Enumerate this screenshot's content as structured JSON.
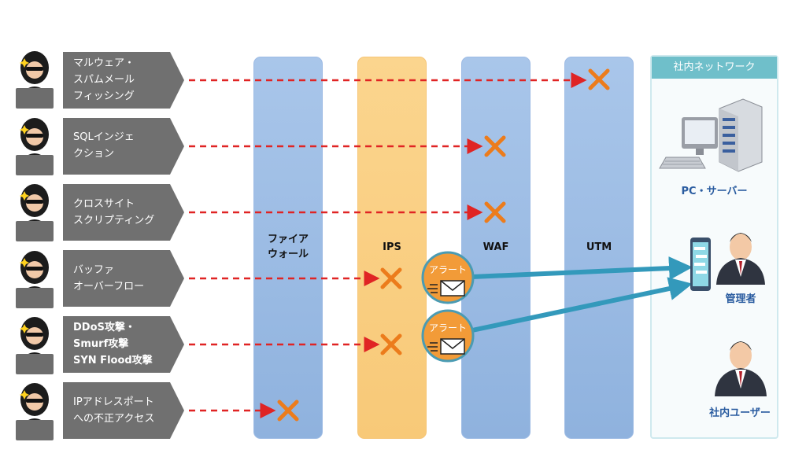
{
  "threats": [
    {
      "label": "マルウェア・\nスパムメール\nフィッシング"
    },
    {
      "label": "SQLインジェ\nクション"
    },
    {
      "label": "クロスサイト\nスクリプティング"
    },
    {
      "label": "バッファ\nオーバーフロー"
    },
    {
      "label": "DDoS攻撃・\nSmurf攻撃\nSYN Flood攻撃"
    },
    {
      "label": "IPアドレスポート\nへの不正アクセス"
    }
  ],
  "columns": {
    "firewall": {
      "line1": "ファイア",
      "line2": "ウォール"
    },
    "ips": "IPS",
    "waf": "WAF",
    "utm": "UTM"
  },
  "network": {
    "title": "社内ネットワーク",
    "pc_server": "PC・サーバー",
    "admin": "管理者",
    "user": "社内ユーザー"
  },
  "alerts": [
    {
      "label": "アラート"
    },
    {
      "label": "アラート"
    }
  ],
  "colors": {
    "arrow": "#e02424",
    "block_x": "#ec7c1c",
    "alert_circle": "#f29b38",
    "alert_ring": "#4a9bb3",
    "alert_arrow": "#3399bb",
    "threat_box": "#707070"
  },
  "icons": [
    "hacker-icon",
    "cross-icon",
    "envelope-icon",
    "pc-icon",
    "server-icon",
    "smartphone-icon",
    "admin-icon",
    "user-icon"
  ]
}
